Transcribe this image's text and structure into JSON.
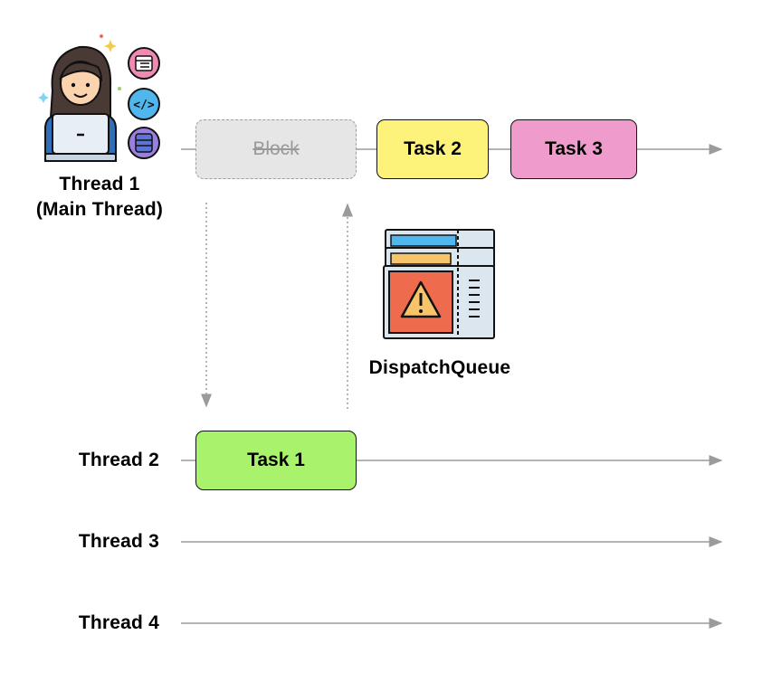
{
  "threads": {
    "thread1_line1": "Thread 1",
    "thread1_line2": "(Main Thread)",
    "thread2": "Thread 2",
    "thread3": "Thread 3",
    "thread4": "Thread 4"
  },
  "tasks": {
    "block": "Block",
    "task1": "Task 1",
    "task2": "Task 2",
    "task3": "Task 3"
  },
  "queue": {
    "label": "DispatchQueue",
    "icon": "warning-queue-icon"
  },
  "avatar": {
    "icon": "developer-laptop-icon",
    "badges": [
      "layout-icon",
      "code-icon",
      "database-icon"
    ]
  },
  "colors": {
    "task1": "#a8f36b",
    "task2": "#fdf27a",
    "task3": "#ef9ccc",
    "block": "#e6e6e6",
    "line": "#9b9b9b"
  }
}
